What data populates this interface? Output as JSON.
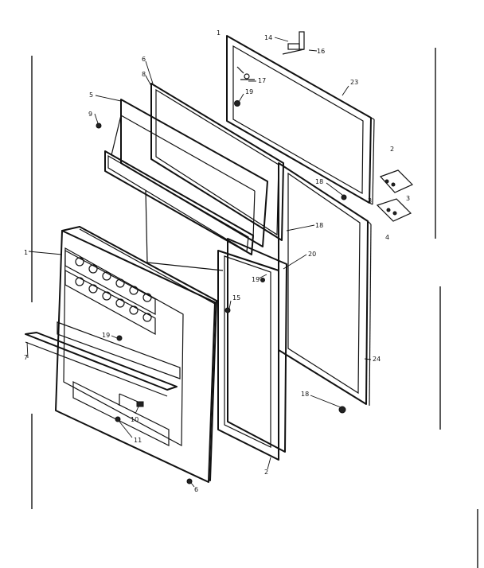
{
  "callouts": {
    "c1": "1",
    "c2": "2",
    "c3a": "3",
    "c3b": "3",
    "c4": "4",
    "c5": "5",
    "c6": "6",
    "c7": "7",
    "c8": "8",
    "c9": "9",
    "c10": "10",
    "c11": "11",
    "c14": "14",
    "c15": "15",
    "c16": "16",
    "c17": "17",
    "c18a": "18",
    "c18b": "18",
    "c18c": "18",
    "c19a": "19",
    "c19b": "19",
    "c19c": "19",
    "c20": "20",
    "c23": "23",
    "c24": "24"
  },
  "colors": {
    "line": "#111111",
    "paper": "#ffffff"
  }
}
